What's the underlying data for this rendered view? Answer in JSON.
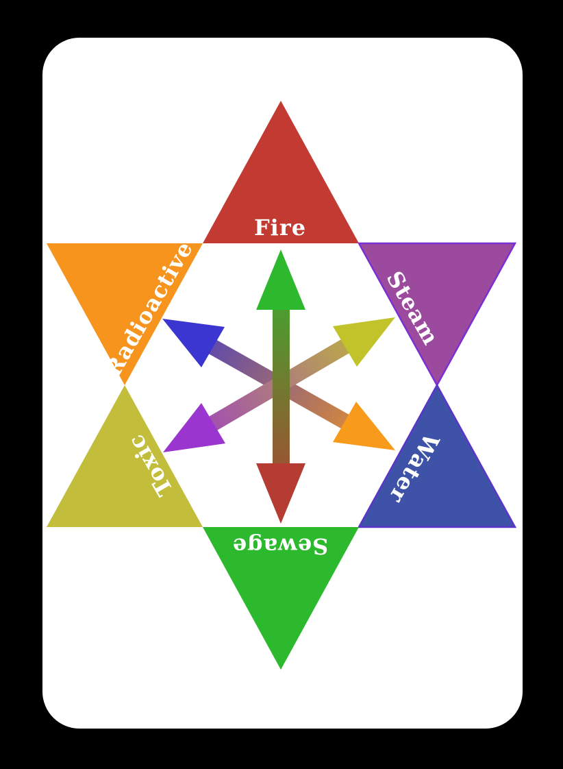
{
  "scene": {
    "background_color": "#000000",
    "card_background_color": "#ffffff",
    "label_color": "#ffffff",
    "description": "Hexagram element card: six colored triangles with gradient double-headed arrows linking opposite elements"
  },
  "elements": [
    {
      "name": "Fire",
      "position": "top",
      "color": "#c23a32"
    },
    {
      "name": "Radioactive",
      "position": "upper-left",
      "color": "#f7941d"
    },
    {
      "name": "Steam",
      "position": "upper-right",
      "color": "#9b4a9e",
      "border_color": "#7c2fd4"
    },
    {
      "name": "Toxic",
      "position": "lower-left",
      "color": "#c2bd3b"
    },
    {
      "name": "Water",
      "position": "lower-right",
      "color": "#3e52a8",
      "border_color": "#5b35c8"
    },
    {
      "name": "Sewage",
      "position": "bottom",
      "color": "#2db92d"
    }
  ],
  "arrows": [
    {
      "name": "fire-sewage",
      "type": "double-headed",
      "between": [
        "Fire",
        "Sewage"
      ],
      "heads": [
        {
          "toward": "Fire",
          "color": "#2eb82e"
        },
        {
          "toward": "Sewage",
          "color": "#b43c32"
        }
      ]
    },
    {
      "name": "radioactive-water",
      "type": "double-headed",
      "between": [
        "Radioactive",
        "Water"
      ],
      "heads": [
        {
          "toward": "Radioactive",
          "color": "#3a36cf"
        },
        {
          "toward": "Water",
          "color": "#f89a1c"
        }
      ]
    },
    {
      "name": "steam-toxic",
      "type": "double-headed",
      "between": [
        "Steam",
        "Toxic"
      ],
      "heads": [
        {
          "toward": "Steam",
          "color": "#c2c32b"
        },
        {
          "toward": "Toxic",
          "color": "#9a35cf"
        }
      ]
    }
  ]
}
